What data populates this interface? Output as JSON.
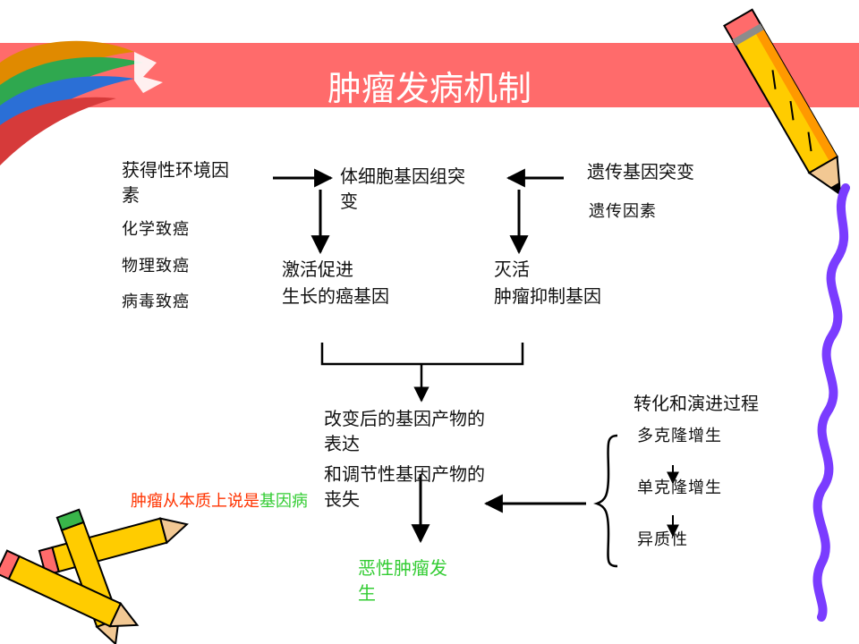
{
  "slide": {
    "title": "肿瘤发病机制",
    "colors": {
      "banner": "#ff6b6b",
      "arrow": "#000000",
      "highlight_green": "#33cc33",
      "note_red": "#ff3300"
    }
  },
  "left_factors": {
    "heading_line1": "获得性环境因",
    "heading_line2": "素",
    "items": [
      "化学致癌",
      "物理致癌",
      "病毒致癌"
    ]
  },
  "center_top": {
    "line1": "体细胞基因组突",
    "line2": "变"
  },
  "right_factors": {
    "heading": "遗传基因突变",
    "item": "遗传因素"
  },
  "activate": {
    "line1": "激活促进",
    "line2": "生长的癌基因"
  },
  "inactivate": {
    "line1": "灭活",
    "line2": "肿瘤抑制基因"
  },
  "product": {
    "line1": "改变后的基因产物的",
    "line2": "表达",
    "line3": "和调节性基因产物的",
    "line4": "丧失"
  },
  "progression": {
    "heading": "转化和演进过程",
    "items": [
      "多克隆增生",
      "单克隆增生",
      "异质性"
    ]
  },
  "note": {
    "text_red": "肿瘤从本质上说是",
    "text_green": "基因病"
  },
  "outcome": {
    "line1": "恶性肿瘤发",
    "line2": "生"
  }
}
